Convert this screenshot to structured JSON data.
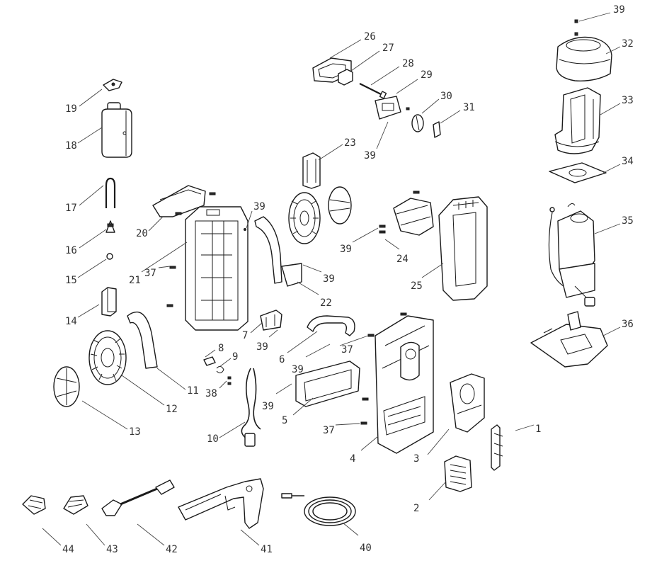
{
  "diagram": {
    "kind": "exploded-parts-view",
    "callouts": [
      {
        "id": "c1",
        "label": "1"
      },
      {
        "id": "c2",
        "label": "2"
      },
      {
        "id": "c3",
        "label": "3"
      },
      {
        "id": "c4",
        "label": "4"
      },
      {
        "id": "c5",
        "label": "5"
      },
      {
        "id": "c6",
        "label": "6"
      },
      {
        "id": "c7",
        "label": "7"
      },
      {
        "id": "c8",
        "label": "8"
      },
      {
        "id": "c9",
        "label": "9"
      },
      {
        "id": "c10",
        "label": "10"
      },
      {
        "id": "c11",
        "label": "11"
      },
      {
        "id": "c12",
        "label": "12"
      },
      {
        "id": "c13",
        "label": "13"
      },
      {
        "id": "c14",
        "label": "14"
      },
      {
        "id": "c15",
        "label": "15"
      },
      {
        "id": "c16",
        "label": "16"
      },
      {
        "id": "c17",
        "label": "17"
      },
      {
        "id": "c18",
        "label": "18"
      },
      {
        "id": "c19",
        "label": "19"
      },
      {
        "id": "c20",
        "label": "20"
      },
      {
        "id": "c21",
        "label": "21"
      },
      {
        "id": "c22",
        "label": "22"
      },
      {
        "id": "c23",
        "label": "23"
      },
      {
        "id": "c24",
        "label": "24"
      },
      {
        "id": "c25",
        "label": "25"
      },
      {
        "id": "c26",
        "label": "26"
      },
      {
        "id": "c27",
        "label": "27"
      },
      {
        "id": "c28",
        "label": "28"
      },
      {
        "id": "c29",
        "label": "29"
      },
      {
        "id": "c30",
        "label": "30"
      },
      {
        "id": "c31",
        "label": "31"
      },
      {
        "id": "c32",
        "label": "32"
      },
      {
        "id": "c33",
        "label": "33"
      },
      {
        "id": "c34",
        "label": "34"
      },
      {
        "id": "c35",
        "label": "35"
      },
      {
        "id": "c36",
        "label": "36"
      },
      {
        "id": "c37a",
        "label": "37"
      },
      {
        "id": "c37b",
        "label": "37"
      },
      {
        "id": "c37c",
        "label": "37"
      },
      {
        "id": "c38",
        "label": "38"
      },
      {
        "id": "c39a",
        "label": "39"
      },
      {
        "id": "c39b",
        "label": "39"
      },
      {
        "id": "c39c",
        "label": "39"
      },
      {
        "id": "c39d",
        "label": "39"
      },
      {
        "id": "c39e",
        "label": "39"
      },
      {
        "id": "c39f",
        "label": "39"
      },
      {
        "id": "c39g",
        "label": "39"
      },
      {
        "id": "c39h",
        "label": "39"
      },
      {
        "id": "c40",
        "label": "40"
      },
      {
        "id": "c41",
        "label": "41"
      },
      {
        "id": "c42",
        "label": "42"
      },
      {
        "id": "c43",
        "label": "43"
      },
      {
        "id": "c44",
        "label": "44"
      }
    ]
  }
}
